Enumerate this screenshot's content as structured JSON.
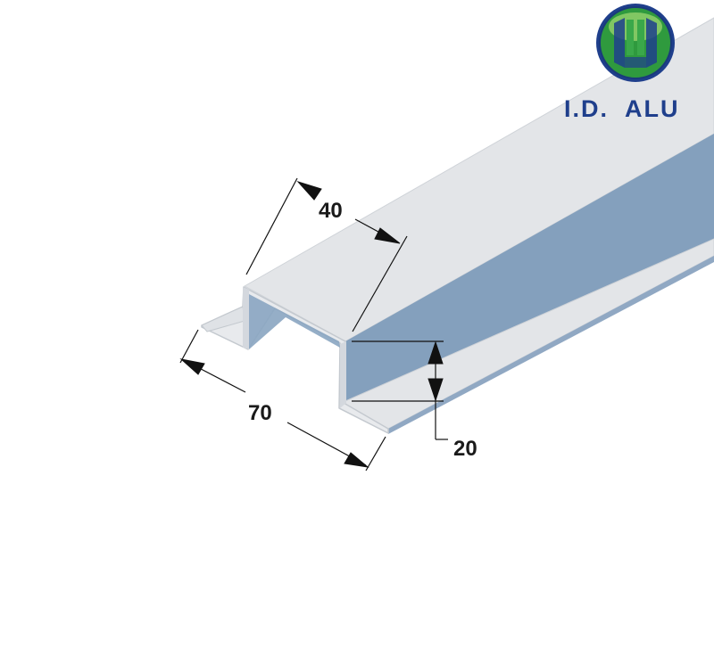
{
  "brand": {
    "name": "I.D.  ALU",
    "logo_icon": "id-alu-globe-logo",
    "colors": {
      "text": "#1f3f8c",
      "globe_green": "#2f9a3e",
      "globe_light": "#8fcf6a",
      "globe_ring": "#1f3f8c"
    }
  },
  "dimensions": {
    "width_top": "40",
    "width_total": "70",
    "height": "20"
  },
  "colors": {
    "profile_face": "#e3e5e8",
    "profile_shadow": "#84a0bd",
    "profile_edge": "#c6cbd2",
    "dimension_line": "#111111"
  }
}
